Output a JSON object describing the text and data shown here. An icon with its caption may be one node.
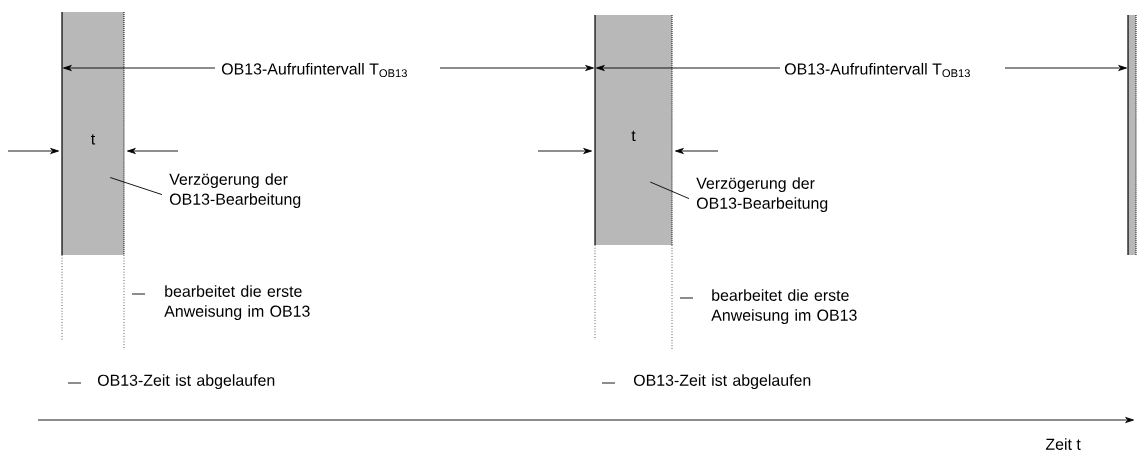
{
  "diagram": {
    "nodes": [
      {
        "text": [
          "t"
        ]
      },
      {
        "text": [
          "t"
        ]
      },
      {
        "text": [],
        "shape": "box"
      },
      {
        "text": [
          "Verzögerung der OB13-Bearbeitung"
        ]
      },
      {
        "text": [
          "Verzögerung der OB13-Bearbeitung"
        ]
      }
    ],
    "edges": [
      {
        "from": 3,
        "to": 0,
        "arrow": "none"
      },
      {
        "from": 4,
        "to": 1,
        "arrow": "none"
      }
    ],
    "labels": [
      "OB13-Aufrufintervall T$_{OB13}$",
      "OB13-Aufrufintervall T$_{OB13}$",
      "bearbeitet die erste Anweisung im OB13",
      "bearbeitet die erste Anweisung im OB13",
      "OB13-Zeit ist abgelaufen",
      "OB13-Zeit ist abgelaufen",
      "Zeit t"
    ]
  }
}
